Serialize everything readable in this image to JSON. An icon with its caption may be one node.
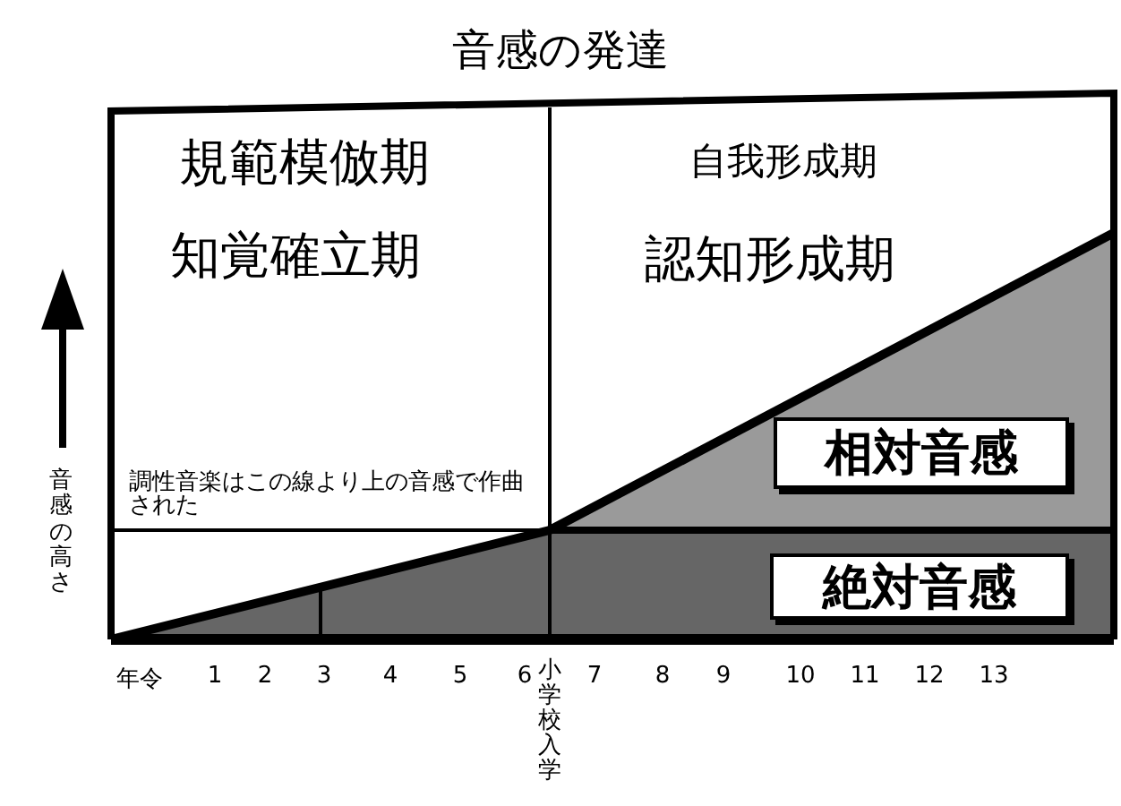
{
  "diagram": {
    "title": "音感の発達",
    "nodes": [
      {
        "text": [
          "相対音感"
        ]
      },
      {
        "text": [
          "絶対音感"
        ]
      }
    ],
    "labels": [
      "規範模倣期",
      "自我形成期",
      "知覚確立期",
      "認知形成期",
      "音感の高さ",
      "調性音楽はこの線より上の音感で作曲された",
      "年令",
      "1",
      "2",
      "3",
      "4",
      "5",
      "6",
      "7",
      "8",
      "9",
      "10",
      "11",
      "12",
      "13",
      "小学校入学"
    ]
  }
}
